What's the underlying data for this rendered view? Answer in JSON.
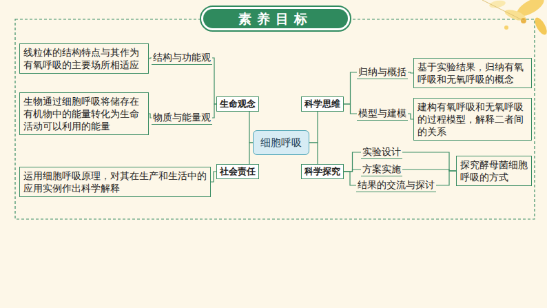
{
  "diagram": {
    "title": "素养目标",
    "nodes": [
      {
        "text": [
          "细胞呼吸"
        ]
      },
      {
        "text": [
          "生命观念"
        ]
      },
      {
        "text": [
          "结构与功能观"
        ]
      },
      {
        "text": [
          "线粒体的结构特点与其作为有氧呼吸的主要场所相适应"
        ]
      },
      {
        "text": [
          "物质与能量观"
        ]
      },
      {
        "text": [
          "生物通过细胞呼吸将储存在有机物中的能量转化为生命活动可以利用的能量"
        ]
      },
      {
        "text": [
          "社会责任"
        ]
      },
      {
        "text": [
          "运用细胞呼吸原理，对其在生产和生活中的应用实例作出科学解释"
        ]
      },
      {
        "text": [
          "科学思维"
        ]
      },
      {
        "text": [
          "归纳与概括"
        ]
      },
      {
        "text": [
          "基于实验结果，归纳有氧呼吸和无氧呼吸的概念"
        ]
      },
      {
        "text": [
          "模型与建模"
        ]
      },
      {
        "text": [
          "建构有氧呼吸和无氧呼吸的过程模型，解释二者间的关系"
        ]
      },
      {
        "text": [
          "科学探究"
        ]
      },
      {
        "text": [
          "实验设计"
        ]
      },
      {
        "text": [
          "方案实施"
        ]
      },
      {
        "text": [
          "结果的交流与探讨"
        ]
      },
      {
        "text": [
          "探究酵母菌细胞呼吸的方式"
        ]
      }
    ],
    "edges": [
      {
        "from": 0,
        "to": 1,
        "arrow": "none"
      },
      {
        "from": 1,
        "to": 2,
        "arrow": "none"
      },
      {
        "from": 2,
        "to": 3,
        "arrow": "none"
      },
      {
        "from": 1,
        "to": 4,
        "arrow": "none"
      },
      {
        "from": 4,
        "to": 5,
        "arrow": "none"
      },
      {
        "from": 0,
        "to": 6,
        "arrow": "none"
      },
      {
        "from": 6,
        "to": 7,
        "arrow": "none"
      },
      {
        "from": 0,
        "to": 8,
        "arrow": "none"
      },
      {
        "from": 8,
        "to": 9,
        "arrow": "none"
      },
      {
        "from": 9,
        "to": 10,
        "arrow": "none"
      },
      {
        "from": 8,
        "to": 11,
        "arrow": "none"
      },
      {
        "from": 11,
        "to": 12,
        "arrow": "none"
      },
      {
        "from": 0,
        "to": 13,
        "arrow": "none"
      },
      {
        "from": 13,
        "to": 14,
        "arrow": "none"
      },
      {
        "from": 13,
        "to": 15,
        "arrow": "none"
      },
      {
        "from": 13,
        "to": 16,
        "arrow": "none"
      },
      {
        "from": 14,
        "to": 17,
        "arrow": "none"
      },
      {
        "from": 15,
        "to": 17,
        "arrow": "none"
      },
      {
        "from": 16,
        "to": 17,
        "arrow": "none"
      }
    ]
  }
}
